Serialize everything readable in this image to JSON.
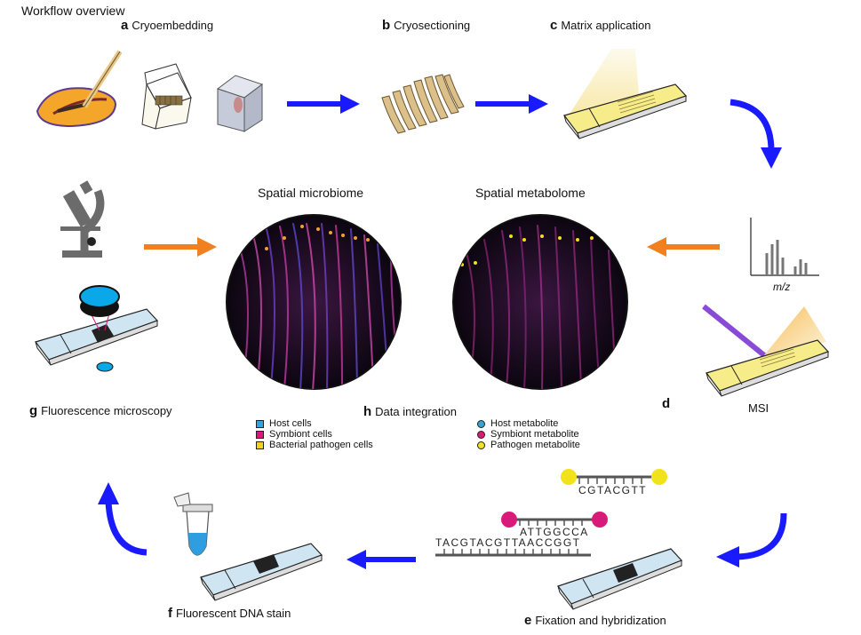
{
  "title": "Workflow overview",
  "steps": {
    "a": {
      "letter": "a",
      "label": "Cryoembedding"
    },
    "b": {
      "letter": "b",
      "label": "Cryosectioning"
    },
    "c": {
      "letter": "c",
      "label": "Matrix application"
    },
    "d": {
      "letter": "d",
      "label": "MSI"
    },
    "e": {
      "letter": "e",
      "label": "Fixation and hybridization"
    },
    "f": {
      "letter": "f",
      "label": "Fluorescent DNA stain"
    },
    "g": {
      "letter": "g",
      "label": "Fluorescence microscopy"
    },
    "h": {
      "letter": "h",
      "label": "Data integration"
    }
  },
  "panels": {
    "microbiome": "Spatial microbiome",
    "metabolome": "Spatial metabolome"
  },
  "spectrum_axis": "m/z",
  "legend_cells": [
    {
      "label": "Host cells",
      "color": "#3aa0d8"
    },
    {
      "label": "Symbiont cells",
      "color": "#d81b7a"
    },
    {
      "label": "Bacterial pathogen cells",
      "color": "#f2d21b"
    }
  ],
  "legend_metabolites": [
    {
      "label": "Host metabolite",
      "color": "#3aa0d8"
    },
    {
      "label": "Symbiont metabolite",
      "color": "#d81b7a"
    },
    {
      "label": "Pathogen metabolite",
      "color": "#f2e21b"
    }
  ],
  "sequences": {
    "probe_top": "CGTACGTT",
    "probe_mid": "ATTGGCCA",
    "target": "TACGTACGTTAACCGGT"
  },
  "colors": {
    "arrow_blue": "#1a1aff",
    "arrow_orange": "#f08020",
    "slide_yellow": "#f7ec8a",
    "slide_blue": "#cfe6f2"
  }
}
